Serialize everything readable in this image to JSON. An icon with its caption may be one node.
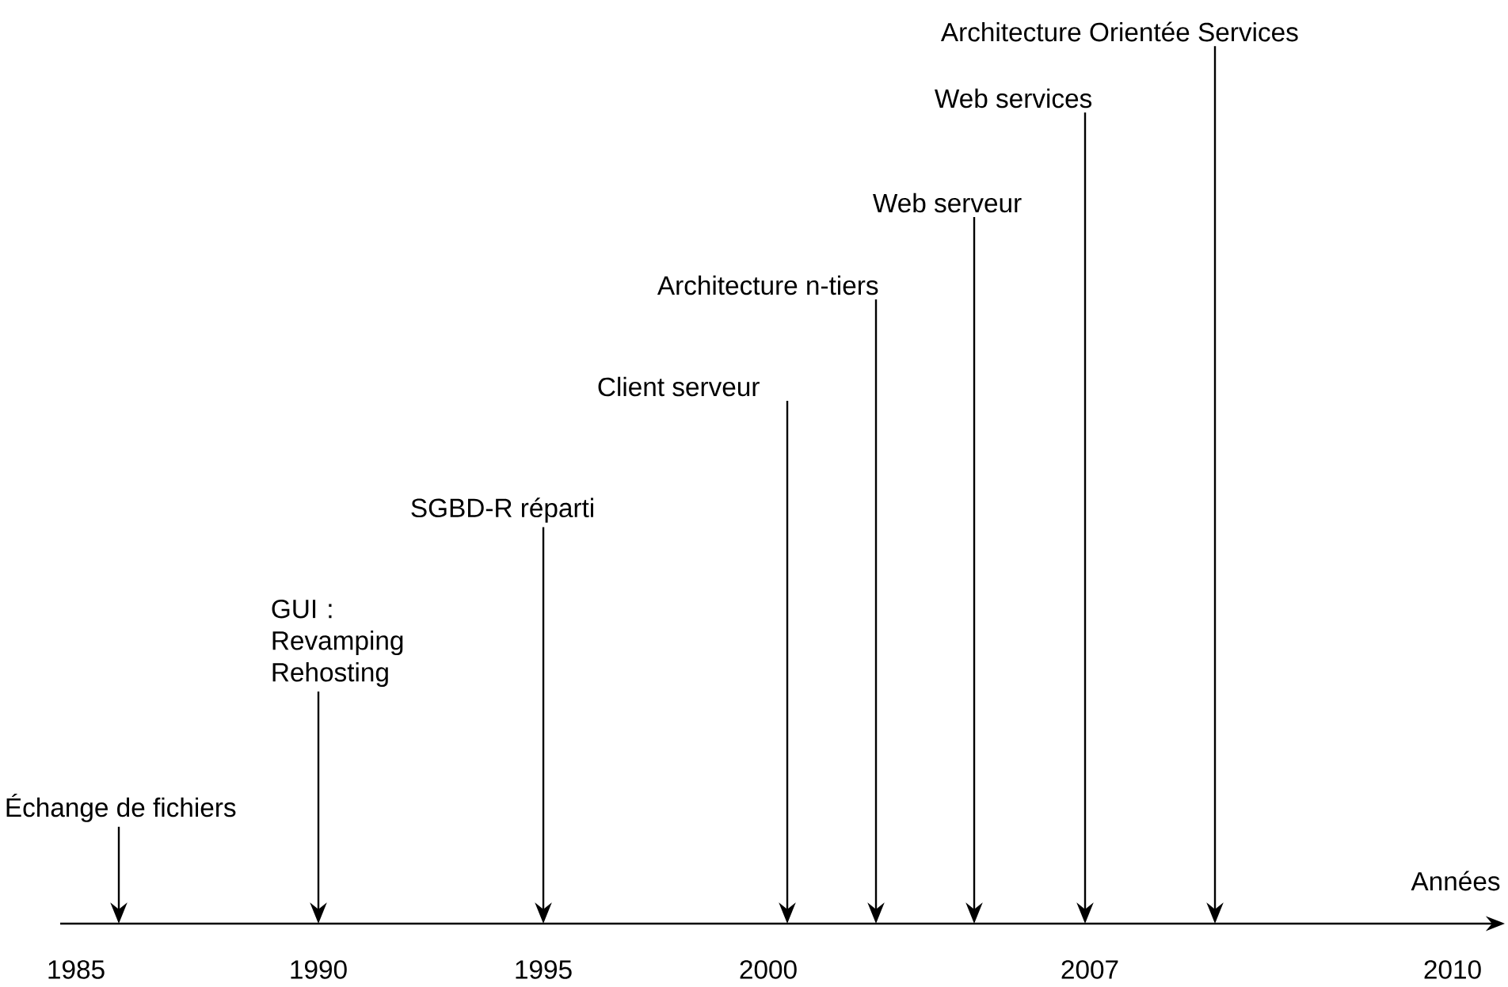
{
  "diagram": {
    "nodes": [
      {
        "text": [
          "Échange de fichiers"
        ]
      },
      {
        "text": [
          "GUI : Revamping Rehosting"
        ]
      },
      {
        "text": [
          "SGBD-R réparti"
        ]
      },
      {
        "text": [
          "Client serveur"
        ]
      },
      {
        "text": [
          "Architecture n-tiers"
        ]
      },
      {
        "text": [
          "Web serveur"
        ]
      },
      {
        "text": [
          "Web services"
        ]
      },
      {
        "text": [
          "Architecture Orientée Services"
        ]
      }
    ],
    "edges": [
      {
        "from": 0,
        "to": null,
        "arrow": "to"
      },
      {
        "from": 1,
        "to": null,
        "arrow": "to"
      },
      {
        "from": 2,
        "to": null,
        "arrow": "to"
      },
      {
        "from": 3,
        "to": null,
        "arrow": "to"
      },
      {
        "from": 4,
        "to": null,
        "arrow": "to"
      },
      {
        "from": 5,
        "to": null,
        "arrow": "to"
      },
      {
        "from": 6,
        "to": null,
        "arrow": "to"
      },
      {
        "from": 7,
        "to": null,
        "arrow": "to"
      }
    ],
    "labels": [
      "Années",
      "1985",
      "1990",
      "1995",
      "2000",
      "2007",
      "2010"
    ]
  }
}
